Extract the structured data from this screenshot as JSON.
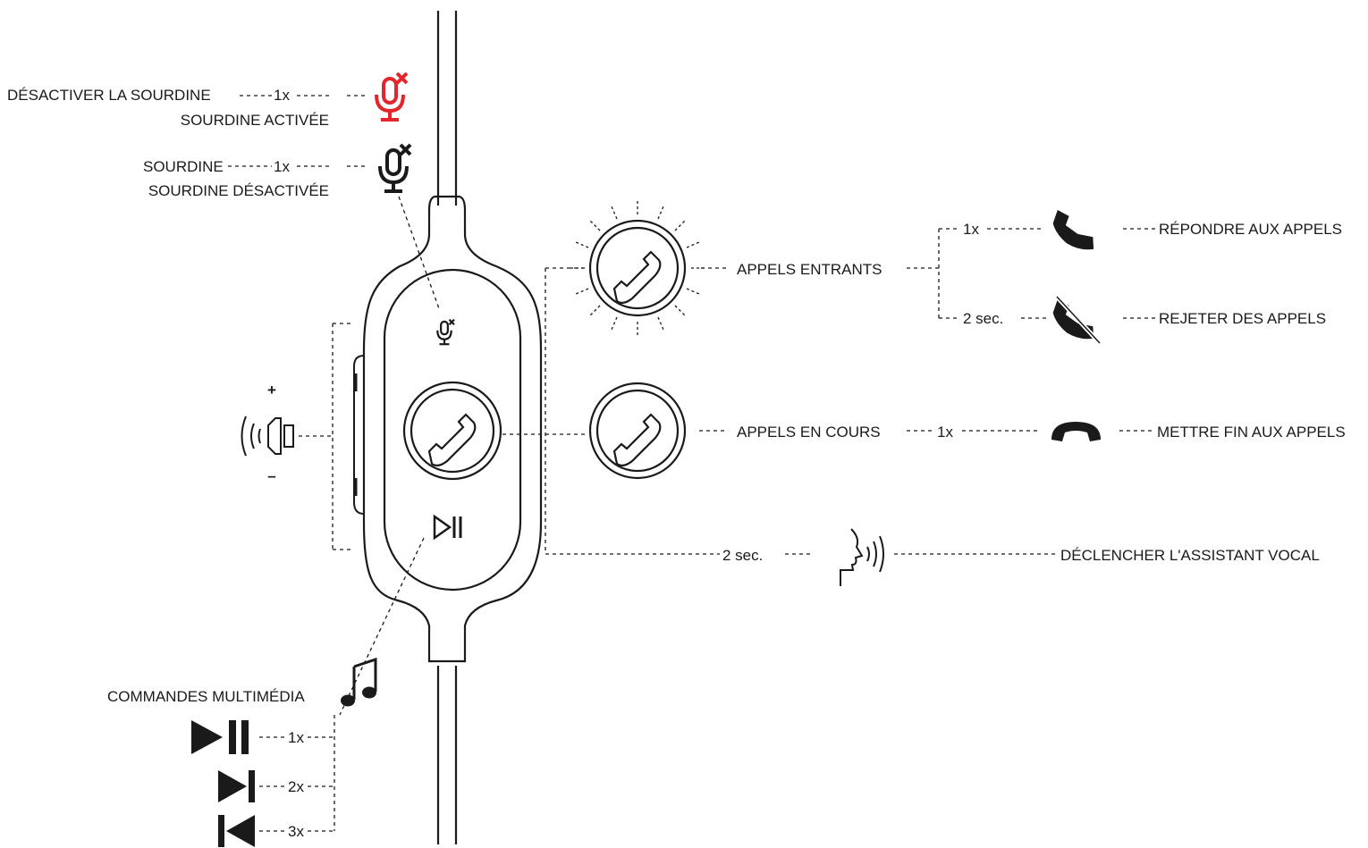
{
  "colors": {
    "ink": "#1a1a1a",
    "mute_active": "#e3262b"
  },
  "mute": {
    "active": {
      "label_top": "DÉSACTIVER LA SOURDINE",
      "label_bottom": "SOURDINE ACTIVÉE",
      "press": "1x",
      "icon": "mic-muted-red-icon"
    },
    "inactive": {
      "label_top": "SOURDINE",
      "label_bottom": "SOURDINE DÉSACTIVÉE",
      "press": "1x",
      "icon": "mic-muted-icon"
    }
  },
  "volume": {
    "plus": "+",
    "minus": "–",
    "icon": "speaker-icon"
  },
  "calls": {
    "incoming": {
      "label": "APPELS ENTRANTS",
      "answer": {
        "press": "1x",
        "label": "RÉPONDRE AUX APPELS",
        "icon": "phone-answer-icon"
      },
      "reject": {
        "press": "2 sec.",
        "label": "REJETER DES APPELS",
        "icon": "phone-reject-icon"
      }
    },
    "ongoing": {
      "label": "APPELS EN COURS",
      "end": {
        "press": "1x",
        "label": "METTRE FIN AUX APPELS",
        "icon": "phone-hangup-icon"
      }
    },
    "assistant": {
      "press": "2 sec.",
      "label": "DÉCLENCHER L'ASSISTANT VOCAL",
      "icon": "voice-assistant-icon"
    }
  },
  "media": {
    "label": "COMMANDES MULTIMÉDIA",
    "icon": "music-note-icon",
    "items": [
      {
        "press": "1x",
        "icon": "play-pause-icon"
      },
      {
        "press": "2x",
        "icon": "next-track-icon"
      },
      {
        "press": "3x",
        "icon": "previous-track-icon"
      }
    ]
  }
}
